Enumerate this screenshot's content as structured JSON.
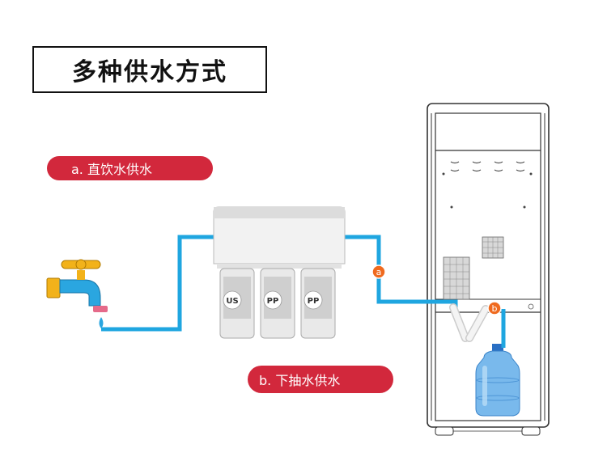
{
  "title": "多种供水方式",
  "options": [
    {
      "label": "a. 直饮水供水"
    },
    {
      "label": "b. 下抽水供水"
    }
  ],
  "markers": {
    "a": "a",
    "b": "b"
  },
  "filters": [
    {
      "label": "US"
    },
    {
      "label": "PP"
    },
    {
      "label": "PP"
    }
  ],
  "colors": {
    "pipe": "#1fa6e0",
    "pill": "#d2283c",
    "marker": "#ef6a1f",
    "faucet": "#f2b21a",
    "outline": "#333333"
  }
}
